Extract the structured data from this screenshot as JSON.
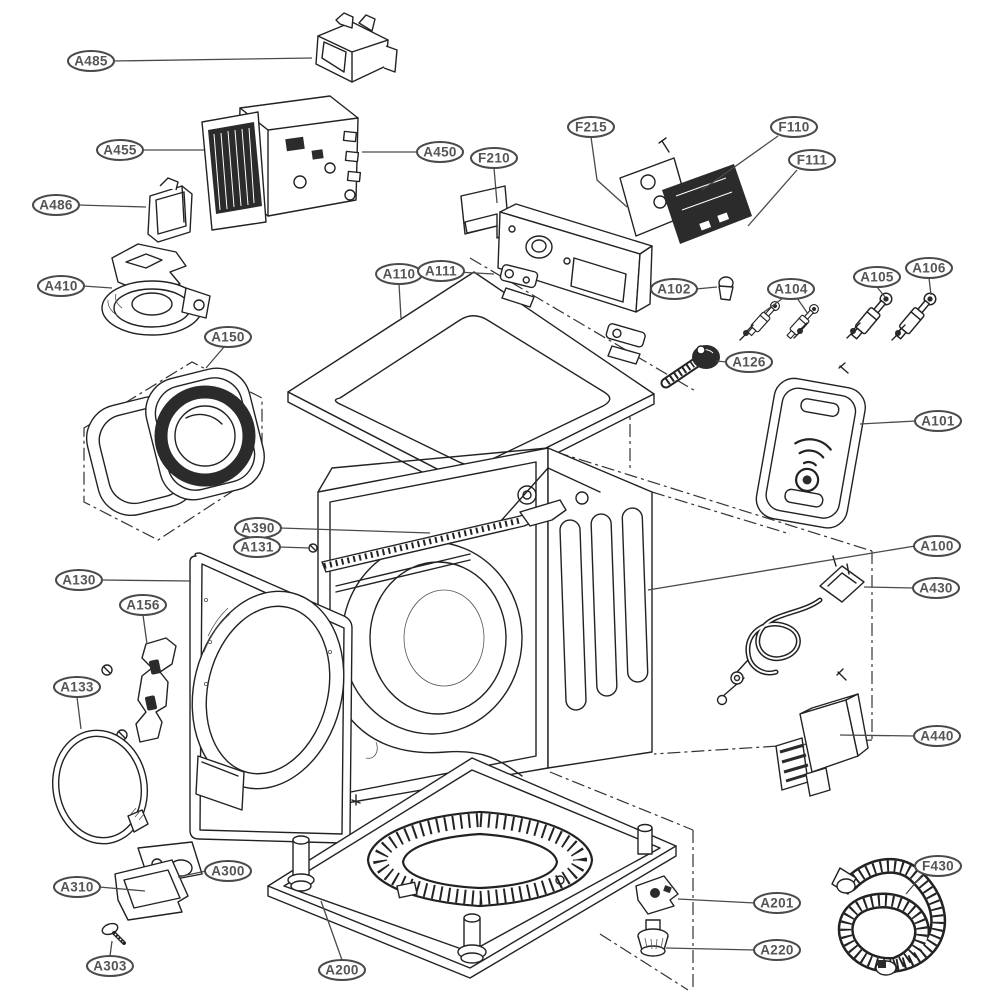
{
  "diagram": {
    "description": "Exploded view parts diagram of a front-load washing machine",
    "labels": {
      "a485": "A485",
      "a455": "A455",
      "a450": "A450",
      "a486": "A486",
      "a410": "A410",
      "f210": "F210",
      "f215": "F215",
      "f110": "F110",
      "f111": "F111",
      "a110": "A110",
      "a111": "A111",
      "a102": "A102",
      "a104": "A104",
      "a105": "A105",
      "a106": "A106",
      "a126": "A126",
      "a150": "A150",
      "a101": "A101",
      "a390": "A390",
      "a131": "A131",
      "a100": "A100",
      "a130": "A130",
      "a430": "A430",
      "a156": "A156",
      "a133": "A133",
      "a440": "A440",
      "a310": "A310",
      "a300": "A300",
      "a303": "A303",
      "a200": "A200",
      "a201": "A201",
      "a220": "A220",
      "f430": "F430"
    },
    "colors": {
      "line": "#222222",
      "label_text": "#555555",
      "label_outline": "#4a4a4a",
      "background": "#ffffff"
    }
  }
}
